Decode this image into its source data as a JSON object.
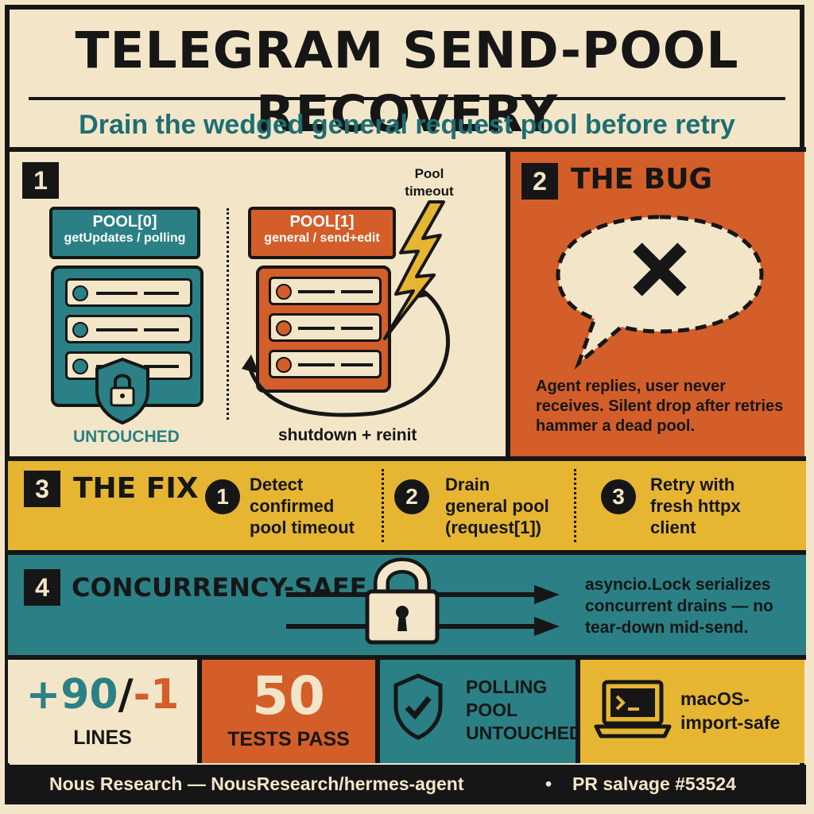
{
  "title": "TELEGRAM SEND-POOL RECOVERY",
  "subtitle": "Drain the wedged general request pool before retry",
  "colors": {
    "teal": "#2a8085",
    "orange": "#d35e2a",
    "yellow": "#e6b531",
    "cream": "#f3e6c8",
    "ink": "#161616",
    "subtitle": "#1d6e72"
  },
  "panel1": {
    "number": "1",
    "pool0": {
      "title": "POOL[0]",
      "subtitle": "getUpdates / polling",
      "status": "UNTOUCHED",
      "icon": "lock-shield-icon"
    },
    "pool1": {
      "title": "POOL[1]",
      "subtitle": "general / send+edit",
      "action": "shutdown + reinit",
      "icon": "lightning-icon"
    },
    "timeout_label_line1": "Pool",
    "timeout_label_line2": "timeout"
  },
  "panel2": {
    "number": "2",
    "heading": "THE BUG",
    "icon": "x-speech-bubble-icon",
    "description": "Agent replies, user never receives. Silent drop after retries hammer a dead pool."
  },
  "panel3": {
    "number": "3",
    "heading": "THE FIX",
    "steps": [
      {
        "number": "1",
        "line1": "Detect",
        "line2": "confirmed",
        "line3": "pool timeout"
      },
      {
        "number": "2",
        "line1": "Drain",
        "line2": "general pool",
        "line3": "(request[1])"
      },
      {
        "number": "3",
        "line1": "Retry with",
        "line2": "fresh httpx",
        "line3": "client"
      }
    ]
  },
  "panel4": {
    "number": "4",
    "heading": "CONCURRENCY-SAFE",
    "icon": "padlock-icon",
    "line1": "asyncio.Lock serializes",
    "line2": "concurrent drains — no",
    "line3": "tear-down mid-send."
  },
  "stats": {
    "lines_added": "+90",
    "separator": "/",
    "lines_removed": "-1",
    "lines_label": "LINES",
    "tests_value": "50",
    "tests_label": "TESTS PASS",
    "polling_line1": "POLLING",
    "polling_line2": "POOL",
    "polling_line3": "UNTOUCHED",
    "macos_line1": "macOS-",
    "macos_line2": "import-safe"
  },
  "footer": {
    "credit": "Nous Research — NousResearch/hermes-agent",
    "bullet": "•",
    "pr": "PR salvage #53524"
  }
}
